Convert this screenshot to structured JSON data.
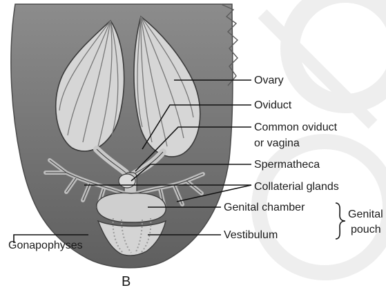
{
  "diagram": {
    "figure_letter": "B",
    "labels": {
      "ovary": "Ovary",
      "oviduct": "Oviduct",
      "common_oviduct_1": "Common oviduct",
      "common_oviduct_2": "or vagina",
      "spermatheca": "Spermatheca",
      "collaterial_glands": "Collaterial glands",
      "genital_chamber": "Genital chamber",
      "vestibulum": "Vestibulum",
      "genital_pouch_1": "Genital",
      "genital_pouch_2": "pouch",
      "gonapophyses": "Gonapophyses"
    },
    "colors": {
      "body_fill": "#858585",
      "body_dark": "#6e6e6e",
      "ovary_fill": "#d6d6d6",
      "ovariole_line": "#777777",
      "duct_fill": "#c8c8c8",
      "pouch_fill": "#cfcfcf",
      "leader_line": "#111111",
      "watermark": "#eeeeee"
    }
  }
}
